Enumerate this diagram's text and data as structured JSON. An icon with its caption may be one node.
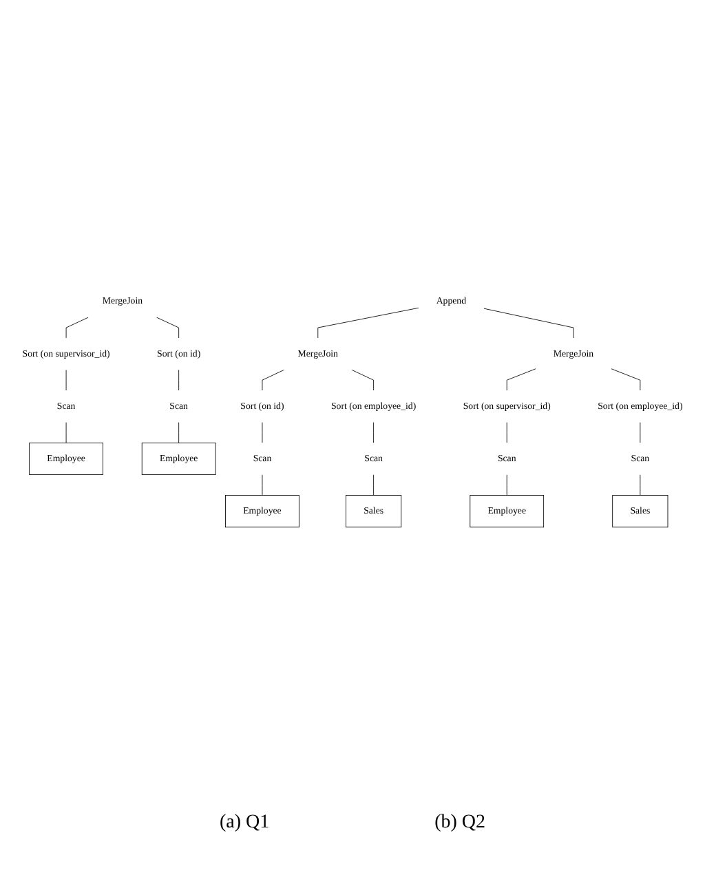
{
  "diagram": {
    "nodes": [
      {
        "text": [
          "MergeJoin"
        ]
      },
      {
        "text": [
          "Sort (on supervisor_id)"
        ]
      },
      {
        "text": [
          "Sort (on id)"
        ]
      },
      {
        "text": [
          "Scan"
        ]
      },
      {
        "text": [
          "Scan"
        ]
      },
      {
        "text": [
          "Employee"
        ]
      },
      {
        "text": [
          "Employee"
        ]
      },
      {
        "text": [
          "Append"
        ]
      },
      {
        "text": [
          "MergeJoin"
        ]
      },
      {
        "text": [
          "MergeJoin"
        ]
      },
      {
        "text": [
          "Sort (on id)"
        ]
      },
      {
        "text": [
          "Sort (on employee_id)"
        ]
      },
      {
        "text": [
          "Sort (on supervisor_id)"
        ]
      },
      {
        "text": [
          "Sort (on employee_id)"
        ]
      },
      {
        "text": [
          "Scan"
        ]
      },
      {
        "text": [
          "Scan"
        ]
      },
      {
        "text": [
          "Scan"
        ]
      },
      {
        "text": [
          "Scan"
        ]
      },
      {
        "text": [
          "Employee"
        ]
      },
      {
        "text": [
          "Sales"
        ]
      },
      {
        "text": [
          "Employee"
        ]
      },
      {
        "text": [
          "Sales"
        ]
      }
    ],
    "edges": [
      {
        "from": 0,
        "to": 1,
        "arrow": "none"
      },
      {
        "from": 0,
        "to": 2,
        "arrow": "none"
      },
      {
        "from": 1,
        "to": 3,
        "arrow": "none"
      },
      {
        "from": 2,
        "to": 4,
        "arrow": "none"
      },
      {
        "from": 3,
        "to": 5,
        "arrow": "none"
      },
      {
        "from": 4,
        "to": 6,
        "arrow": "none"
      },
      {
        "from": 7,
        "to": 8,
        "arrow": "none"
      },
      {
        "from": 7,
        "to": 9,
        "arrow": "none"
      },
      {
        "from": 8,
        "to": 10,
        "arrow": "none"
      },
      {
        "from": 8,
        "to": 11,
        "arrow": "none"
      },
      {
        "from": 9,
        "to": 12,
        "arrow": "none"
      },
      {
        "from": 9,
        "to": 13,
        "arrow": "none"
      },
      {
        "from": 10,
        "to": 14,
        "arrow": "none"
      },
      {
        "from": 11,
        "to": 15,
        "arrow": "none"
      },
      {
        "from": 12,
        "to": 16,
        "arrow": "none"
      },
      {
        "from": 13,
        "to": 17,
        "arrow": "none"
      },
      {
        "from": 14,
        "to": 18,
        "arrow": "none"
      },
      {
        "from": 15,
        "to": 19,
        "arrow": "none"
      },
      {
        "from": 16,
        "to": 20,
        "arrow": "none"
      },
      {
        "from": 17,
        "to": 21,
        "arrow": "none"
      }
    ],
    "labels": [
      "(a) Q1",
      "(b) Q2"
    ]
  }
}
